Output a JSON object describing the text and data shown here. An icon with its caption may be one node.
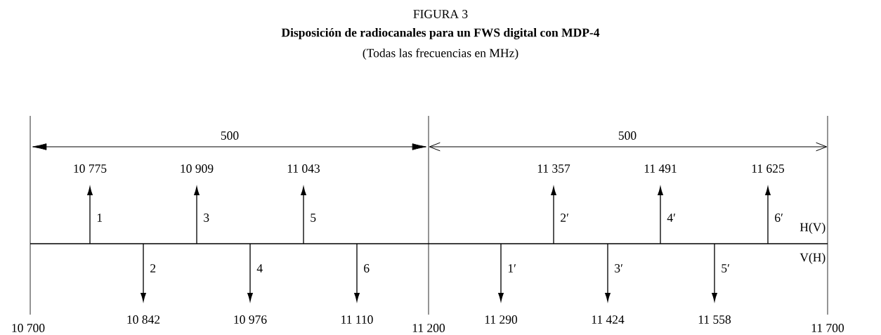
{
  "diagram": {
    "title": "Disposición de radiocanales para un FWS digital con MDP-4",
    "labels": [
      "FIGURA 3",
      "(Todas las frecuencias en MHz)",
      "500",
      "500",
      "10 775",
      "10 909",
      "11 043",
      "11 357",
      "11 491",
      "11 625",
      "1",
      "3",
      "5",
      "2′",
      "4′",
      "6′",
      "H(V)",
      "2",
      "4",
      "6",
      "1′",
      "3′",
      "5′",
      "V(H)",
      "10 700",
      "10 842",
      "10 976",
      "11 110",
      "11 200",
      "11 290",
      "11 424",
      "11 558",
      "11 700"
    ]
  }
}
